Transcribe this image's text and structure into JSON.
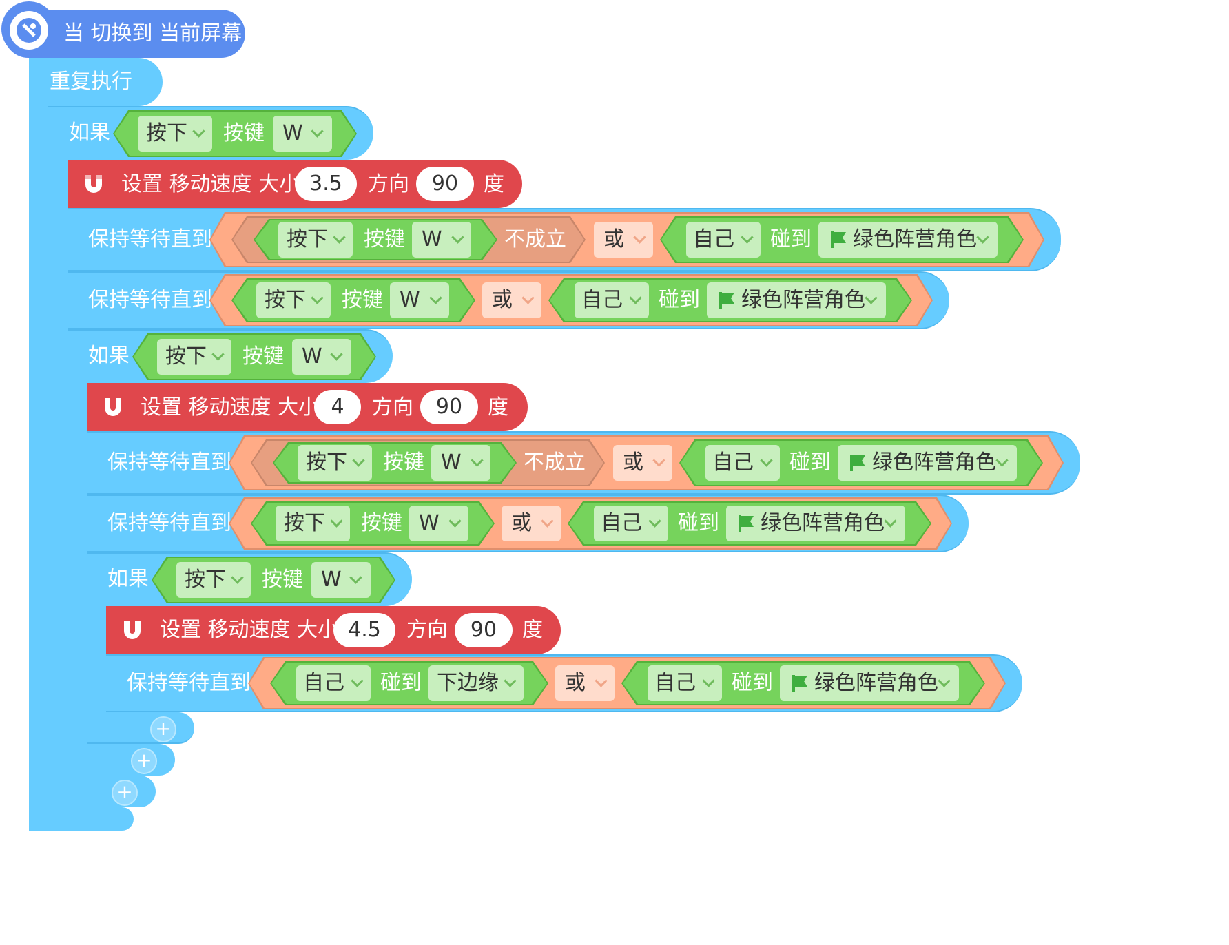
{
  "hat": {
    "label": "当 切换到 当前屏幕",
    "icon": "satellite-dish-icon"
  },
  "repeat": {
    "label": "重复执行"
  },
  "if_label": "如果",
  "cond_key": {
    "press": "按下",
    "key_word": "按键",
    "key": "W"
  },
  "set_speed": {
    "set": "设置 移动速度 大小",
    "direction": "方向",
    "degree": "度",
    "icon": "magnet-icon"
  },
  "speeds": [
    "3.5",
    "4",
    "4.5"
  ],
  "angle": "90",
  "wait_label": "保持等待直到",
  "not_label": "不成立",
  "or_label": "或",
  "self_label": "自己",
  "touch_label": "碰到",
  "target_green": "绿色阵营角色",
  "target_edge": "下边缘",
  "add_button": "+",
  "colors": {
    "hat": "#5b8def",
    "control": "#66ccff",
    "motion": "#e0474c",
    "sensing": "#76d35c",
    "operator": "#ffab86"
  }
}
